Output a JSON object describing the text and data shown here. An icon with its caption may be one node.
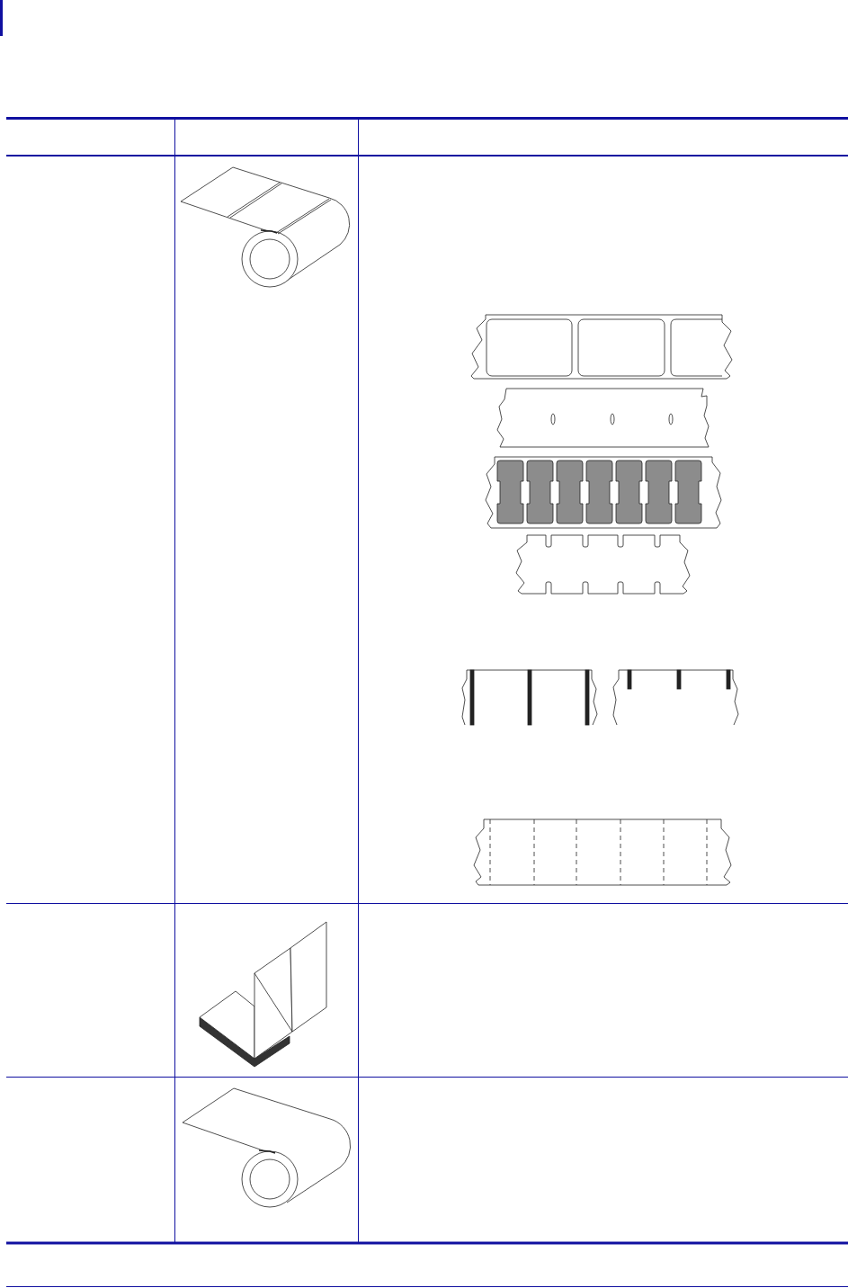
{
  "diagram": {
    "nodes": [
      {
        "text": [],
        "shape": "picture"
      },
      {
        "text": [],
        "shape": "picture"
      },
      {
        "text": [],
        "shape": "picture"
      },
      {
        "text": [],
        "shape": "picture"
      },
      {
        "text": [],
        "shape": "box"
      },
      {
        "text": [],
        "shape": "picture"
      },
      {
        "text": [],
        "shape": "picture"
      },
      {
        "text": [],
        "shape": "picture"
      },
      {
        "text": [],
        "shape": "picture"
      },
      {
        "text": [],
        "shape": "picture"
      }
    ]
  }
}
